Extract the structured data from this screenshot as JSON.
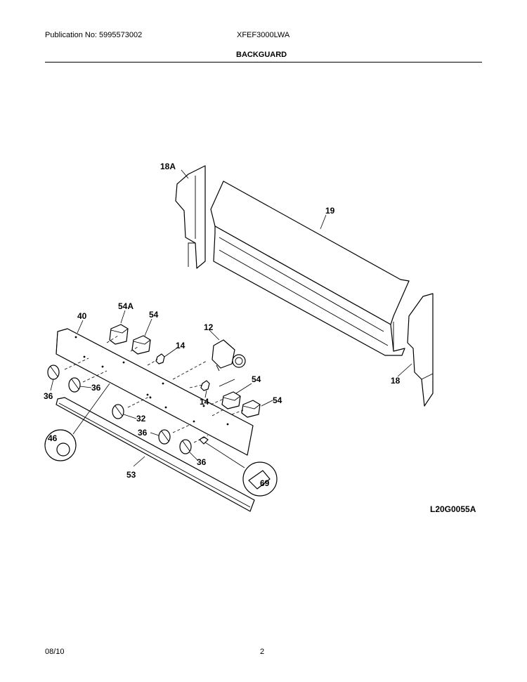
{
  "header": {
    "publication": "Publication No: 5995573002",
    "model": "XFEF3000LWA",
    "section": "BACKGUARD"
  },
  "footer": {
    "date": "08/10",
    "page": "2"
  },
  "diagram": {
    "reference": "L20G0055A",
    "callouts": {
      "p18A": "18A",
      "p19": "19",
      "p18": "18",
      "p40": "40",
      "p54A": "54A",
      "p54a": "54",
      "p54b": "54",
      "p54c": "54",
      "p12": "12",
      "p14a": "14",
      "p14b": "14",
      "p36a": "36",
      "p36b": "36",
      "p36c": "36",
      "p36d": "36",
      "p32": "32",
      "p46": "46",
      "p53": "53",
      "p69": "69"
    }
  }
}
